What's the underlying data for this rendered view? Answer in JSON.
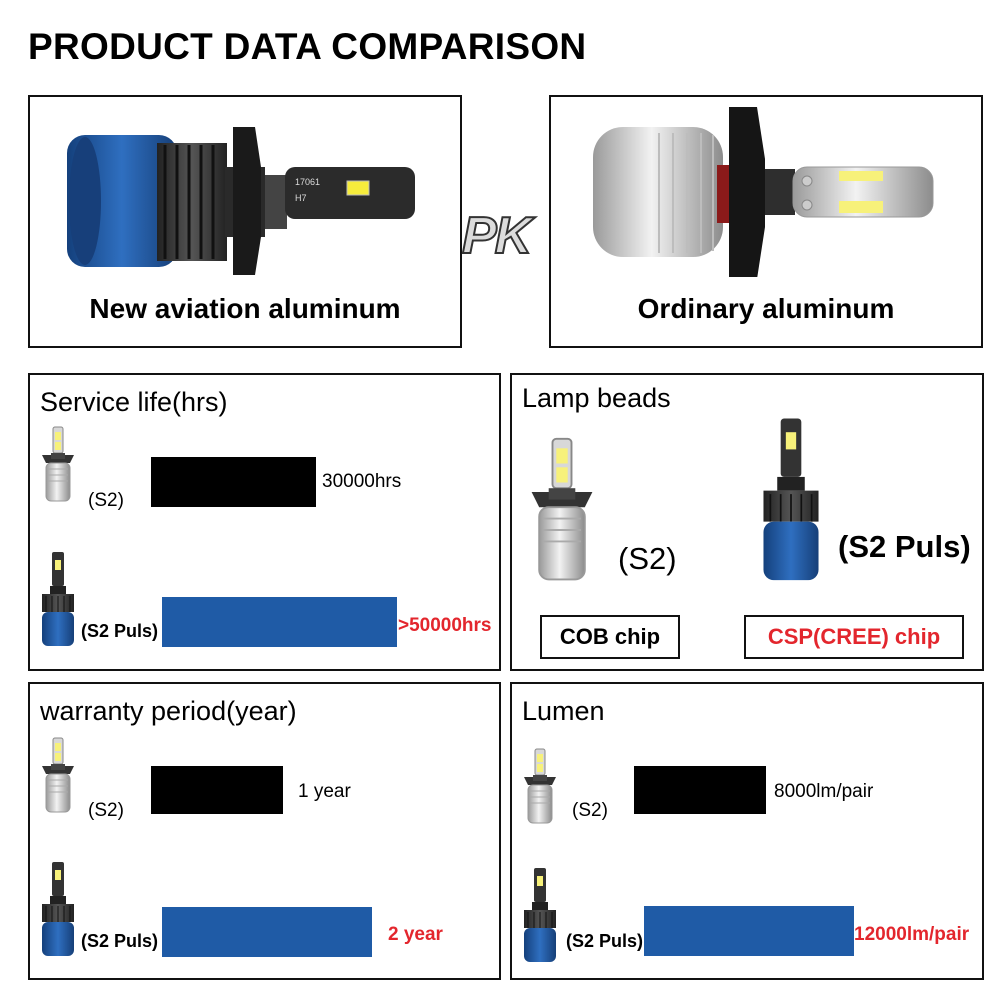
{
  "page_title": "PRODUCT DATA COMPARISON",
  "pk_label": "PK",
  "compare": {
    "left_caption": "New aviation aluminum",
    "right_caption": "Ordinary aluminum"
  },
  "colors": {
    "blue": "#1f5ba6",
    "black": "#000000",
    "red": "#e3262d"
  },
  "service_life": {
    "title": "Service life(hrs)",
    "rows": [
      {
        "label": "(S2)",
        "value": "30000hrs",
        "amount": 30000,
        "color": "#000000"
      },
      {
        "label": "(S2 Puls)",
        "value": ">50000hrs",
        "amount": 50000,
        "color": "#1f5ba6"
      }
    ]
  },
  "lamp_beads": {
    "title": "Lamp beads",
    "left_label": "(S2)",
    "right_label": "(S2 Puls)",
    "left_chip": "COB chip",
    "right_chip": "CSP(CREE) chip"
  },
  "warranty": {
    "title": "warranty period(year)",
    "rows": [
      {
        "label": "(S2)",
        "value": "1 year",
        "amount": 1,
        "color": "#000000"
      },
      {
        "label": "(S2 Puls)",
        "value": "2 year",
        "amount": 2,
        "color": "#1f5ba6"
      }
    ]
  },
  "lumen": {
    "title": "Lumen",
    "rows": [
      {
        "label": "(S2)",
        "value": "8000lm/pair",
        "amount": 8000,
        "color": "#000000"
      },
      {
        "label": "(S2 Puls)",
        "value": "12000lm/pair",
        "amount": 12000,
        "color": "#1f5ba6"
      }
    ]
  },
  "icons": [
    "bulb-s2-icon",
    "bulb-s2-plus-icon"
  ]
}
